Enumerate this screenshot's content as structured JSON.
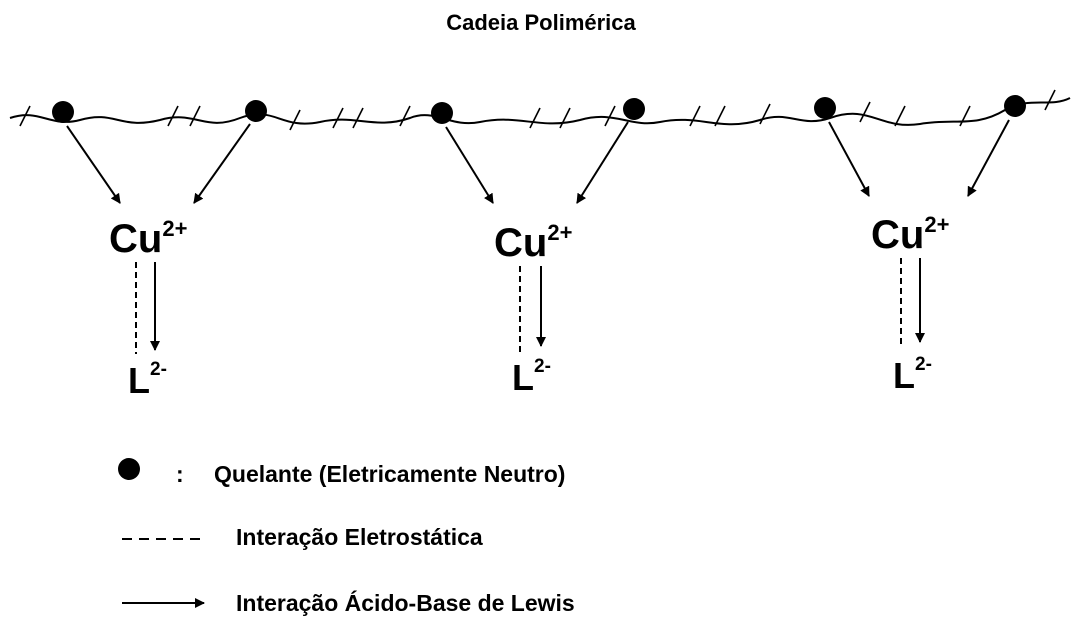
{
  "title": "Cadeia Polimérica",
  "units": [
    {
      "metal": "Cu",
      "metal_charge": "2+",
      "ligand": "L",
      "ligand_charge": "2-"
    },
    {
      "metal": "Cu",
      "metal_charge": "2+",
      "ligand": "L",
      "ligand_charge": "2-"
    },
    {
      "metal": "Cu",
      "metal_charge": "2+",
      "ligand": "L",
      "ligand_charge": "2-"
    }
  ],
  "legend": {
    "chelant": {
      "symbol": ":",
      "label": "Quelante (Eletricamente Neutro)"
    },
    "electrostatic": {
      "label": "Interação Eletrostática"
    },
    "lewis": {
      "label": "Interação Ácido-Base de Lewis"
    }
  },
  "colors": {
    "ink": "#000000",
    "background": "#ffffff"
  }
}
